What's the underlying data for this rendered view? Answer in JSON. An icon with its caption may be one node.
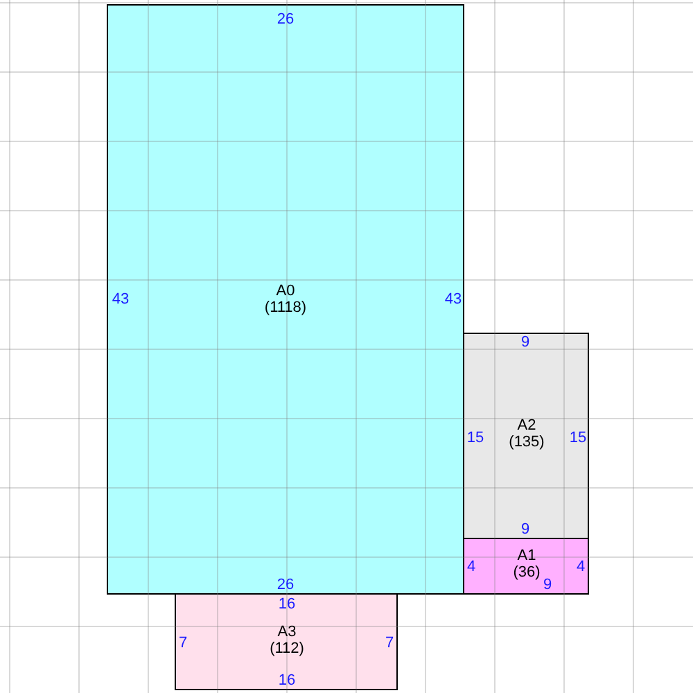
{
  "diagram": {
    "nodes": [
      {
        "text": [
          "A0",
          "(1118)",
          "26",
          "43",
          "43",
          "26"
        ]
      },
      {
        "text": [
          "A2",
          "(135)",
          "9",
          "15",
          "15",
          "9"
        ]
      },
      {
        "text": [
          "A1",
          "(36)",
          "4",
          "4",
          "9"
        ]
      },
      {
        "text": [
          "A3",
          "(112)",
          "16",
          "7",
          "7",
          "16"
        ]
      }
    ]
  }
}
